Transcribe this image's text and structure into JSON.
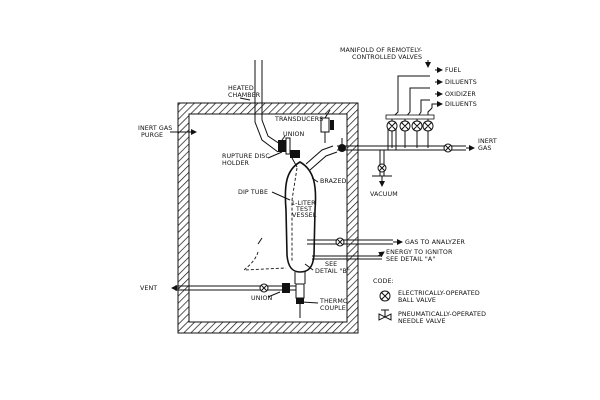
{
  "labels": {
    "manifold": [
      "MANIFOLD OF REMOTELY-",
      "CONTROLLED VALVES"
    ],
    "fuel": "FUEL",
    "diluents_1": "DILUENTS",
    "oxidizer": "OXIDIZER",
    "diluents_2": "DILUENTS",
    "inert_gas_right": [
      "INERT",
      "GAS"
    ],
    "heated_chamber": [
      "HEATED",
      "CHAMBER"
    ],
    "transducers": "TRANSDUCERS",
    "inert_gas_purge": [
      "INERT GAS",
      "PURGE"
    ],
    "union_top": "UNION",
    "rupture_disc": [
      "RUPTURE DISC",
      "HOLDER"
    ],
    "brazed": "BRAZED",
    "dip_tube": "DIP TUBE",
    "test_vessel": [
      "1-LITER",
      "TEST",
      "VESSEL"
    ],
    "vacuum": "VACUUM",
    "gas_to_analyzer": "GAS TO ANALYZER",
    "energy_to_ignitor": [
      "ENERGY TO IGNITOR",
      "SEE DETAIL \"A\""
    ],
    "see_detail_b": [
      "SEE",
      "DETAIL \"B\""
    ],
    "vent": "VENT",
    "union_bottom": "UNION",
    "thermocouple": [
      "THERMO-",
      "COUPLE"
    ],
    "code": "CODE:",
    "ball_valve": [
      "ELECTRICALLY-OPERATED",
      "BALL VALVE"
    ],
    "needle_valve": [
      "PNEUMATICALLY-OPERATED",
      "NEEDLE VALVE"
    ]
  },
  "icons": {
    "ball_valve_symbol": "ball-valve",
    "needle_valve_symbol": "needle-valve"
  }
}
